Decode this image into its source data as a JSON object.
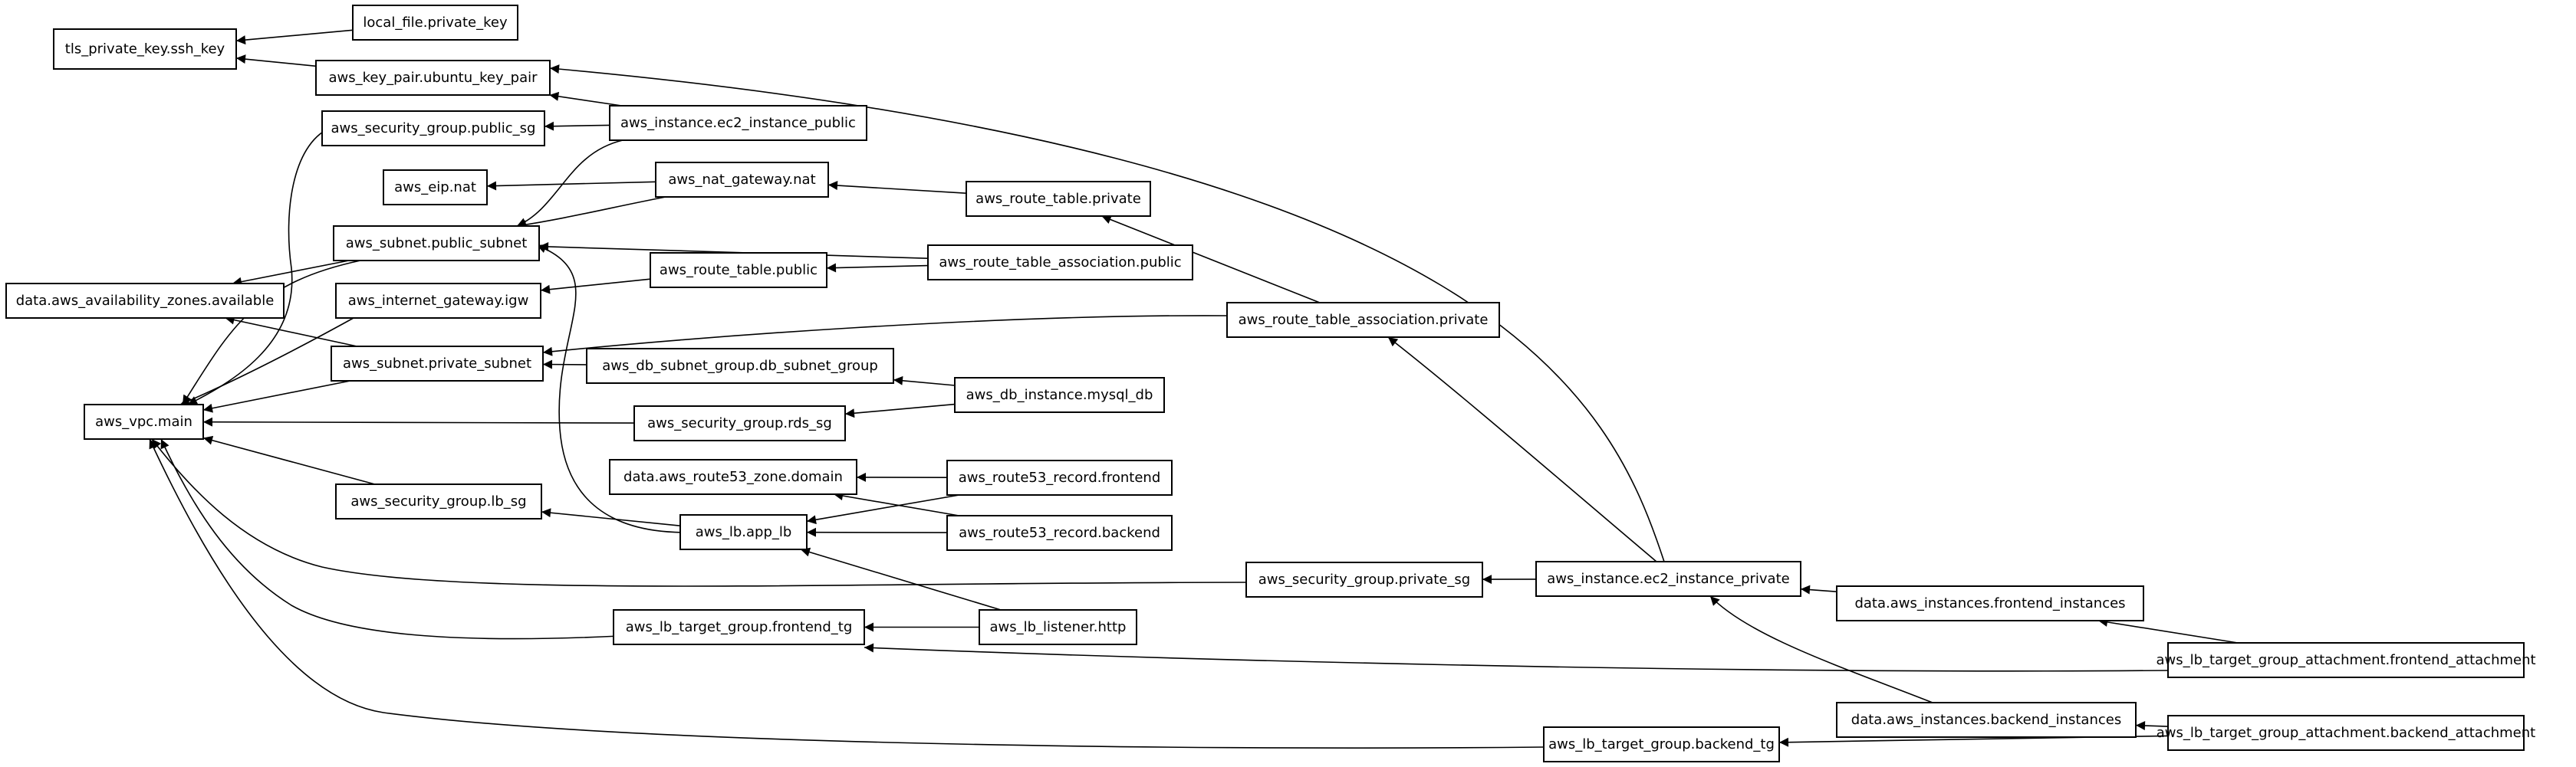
{
  "diagram": {
    "nodes": [
      {
        "id": "tls_key",
        "label": "tls_private_key.ssh_key"
      },
      {
        "id": "local_file",
        "label": "local_file.private_key"
      },
      {
        "id": "key_pair",
        "label": "aws_key_pair.ubuntu_key_pair"
      },
      {
        "id": "sg_public",
        "label": "aws_security_group.public_sg"
      },
      {
        "id": "ec2_public",
        "label": "aws_instance.ec2_instance_public"
      },
      {
        "id": "eip_nat",
        "label": "aws_eip.nat"
      },
      {
        "id": "nat_gw",
        "label": "aws_nat_gateway.nat"
      },
      {
        "id": "rt_private",
        "label": "aws_route_table.private"
      },
      {
        "id": "subnet_public",
        "label": "aws_subnet.public_subnet"
      },
      {
        "id": "rta_public",
        "label": "aws_route_table_association.public"
      },
      {
        "id": "az",
        "label": "data.aws_availability_zones.available"
      },
      {
        "id": "igw",
        "label": "aws_internet_gateway.igw"
      },
      {
        "id": "rt_public",
        "label": "aws_route_table.public"
      },
      {
        "id": "rta_private",
        "label": "aws_route_table_association.private"
      },
      {
        "id": "subnet_private",
        "label": "aws_subnet.private_subnet"
      },
      {
        "id": "db_subnet_group",
        "label": "aws_db_subnet_group.db_subnet_group"
      },
      {
        "id": "vpc",
        "label": "aws_vpc.main"
      },
      {
        "id": "db_instance",
        "label": "aws_db_instance.mysql_db"
      },
      {
        "id": "sg_rds",
        "label": "aws_security_group.rds_sg"
      },
      {
        "id": "zone",
        "label": "data.aws_route53_zone.domain"
      },
      {
        "id": "r53_frontend",
        "label": "aws_route53_record.frontend"
      },
      {
        "id": "sg_lb",
        "label": "aws_security_group.lb_sg"
      },
      {
        "id": "app_lb",
        "label": "aws_lb.app_lb"
      },
      {
        "id": "r53_backend",
        "label": "aws_route53_record.backend"
      },
      {
        "id": "sg_private",
        "label": "aws_security_group.private_sg"
      },
      {
        "id": "ec2_private",
        "label": "aws_instance.ec2_instance_private"
      },
      {
        "id": "frontend_instances",
        "label": "data.aws_instances.frontend_instances"
      },
      {
        "id": "tg_frontend",
        "label": "aws_lb_target_group.frontend_tg"
      },
      {
        "id": "listener",
        "label": "aws_lb_listener.http"
      },
      {
        "id": "attach_frontend",
        "label": "aws_lb_target_group_attachment.frontend_attachment"
      },
      {
        "id": "backend_instances",
        "label": "data.aws_instances.backend_instances"
      },
      {
        "id": "tg_backend",
        "label": "aws_lb_target_group.backend_tg"
      },
      {
        "id": "attach_backend",
        "label": "aws_lb_target_group_attachment.backend_attachment"
      }
    ],
    "edges": [
      {
        "from": "local_file",
        "to": "tls_key"
      },
      {
        "from": "key_pair",
        "to": "tls_key"
      },
      {
        "from": "ec2_public",
        "to": "key_pair"
      },
      {
        "from": "ec2_public",
        "to": "sg_public"
      },
      {
        "from": "ec2_public",
        "to": "subnet_public"
      },
      {
        "from": "nat_gw",
        "to": "eip_nat"
      },
      {
        "from": "nat_gw",
        "to": "subnet_public"
      },
      {
        "from": "rt_private",
        "to": "nat_gw"
      },
      {
        "from": "rta_public",
        "to": "rt_public"
      },
      {
        "from": "rta_public",
        "to": "subnet_public"
      },
      {
        "from": "rt_public",
        "to": "igw"
      },
      {
        "from": "rta_private",
        "to": "rt_private"
      },
      {
        "from": "rta_private",
        "to": "subnet_private"
      },
      {
        "from": "subnet_public",
        "to": "az"
      },
      {
        "from": "subnet_public",
        "to": "vpc"
      },
      {
        "from": "subnet_private",
        "to": "az"
      },
      {
        "from": "subnet_private",
        "to": "vpc"
      },
      {
        "from": "igw",
        "to": "vpc"
      },
      {
        "from": "sg_public",
        "to": "vpc"
      },
      {
        "from": "db_subnet_group",
        "to": "subnet_private"
      },
      {
        "from": "db_instance",
        "to": "db_subnet_group"
      },
      {
        "from": "db_instance",
        "to": "sg_rds"
      },
      {
        "from": "sg_rds",
        "to": "vpc"
      },
      {
        "from": "sg_lb",
        "to": "vpc"
      },
      {
        "from": "app_lb",
        "to": "sg_lb"
      },
      {
        "from": "app_lb",
        "to": "subnet_public"
      },
      {
        "from": "r53_frontend",
        "to": "zone"
      },
      {
        "from": "r53_frontend",
        "to": "app_lb"
      },
      {
        "from": "r53_backend",
        "to": "zone"
      },
      {
        "from": "r53_backend",
        "to": "app_lb"
      },
      {
        "from": "listener",
        "to": "app_lb"
      },
      {
        "from": "listener",
        "to": "tg_frontend"
      },
      {
        "from": "tg_frontend",
        "to": "vpc"
      },
      {
        "from": "sg_private",
        "to": "vpc"
      },
      {
        "from": "ec2_private",
        "to": "sg_private"
      },
      {
        "from": "ec2_private",
        "to": "key_pair"
      },
      {
        "from": "ec2_private",
        "to": "rta_private"
      },
      {
        "from": "frontend_instances",
        "to": "ec2_private"
      },
      {
        "from": "backend_instances",
        "to": "ec2_private"
      },
      {
        "from": "attach_frontend",
        "to": "frontend_instances"
      },
      {
        "from": "attach_frontend",
        "to": "tg_frontend"
      },
      {
        "from": "attach_backend",
        "to": "backend_instances"
      },
      {
        "from": "attach_backend",
        "to": "tg_backend"
      },
      {
        "from": "tg_backend",
        "to": "vpc"
      }
    ]
  }
}
